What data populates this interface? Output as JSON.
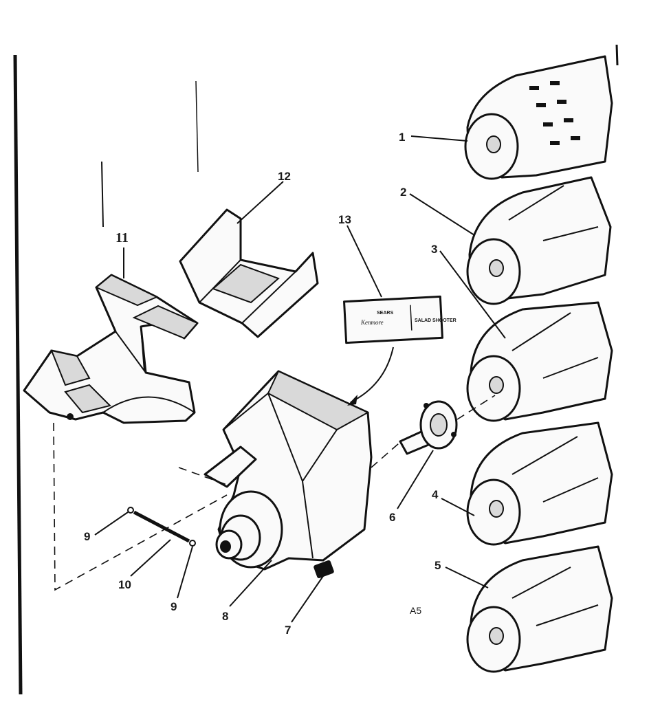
{
  "callouts": {
    "c1": "1",
    "c2": "2",
    "c3": "3",
    "c4": "4",
    "c5": "5",
    "c6": "6",
    "c7": "7",
    "c8": "8",
    "c9a": "9",
    "c9b": "9",
    "c10": "10",
    "c11": "11",
    "c12": "12",
    "c13": "13"
  },
  "figure_code": "A5",
  "badge": {
    "brand_top": "SEARS",
    "brand_script": "Kenmore",
    "product": "SALAD SHOOTER"
  }
}
